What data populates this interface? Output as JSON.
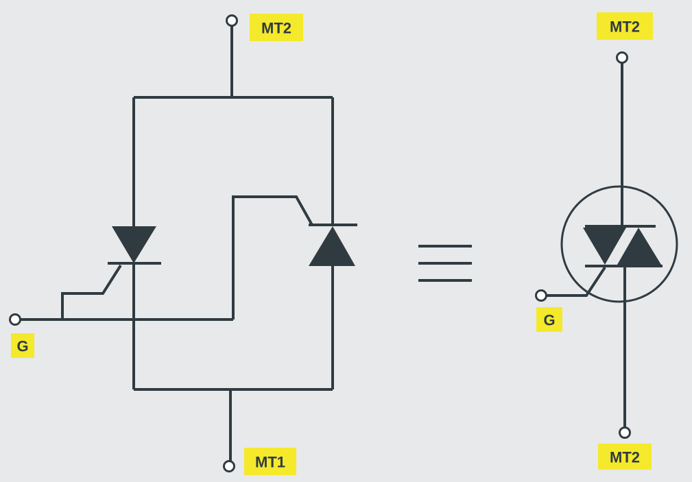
{
  "labels": {
    "left_mt2": "MT2",
    "left_mt1": "MT1",
    "left_gate": "G",
    "right_mt2_top": "MT2",
    "right_mt2_bottom": "MT2",
    "right_gate": "G"
  },
  "colors": {
    "line": "#2f3b41",
    "label_background": "#f5e92b",
    "background": "#e8e9eb"
  }
}
